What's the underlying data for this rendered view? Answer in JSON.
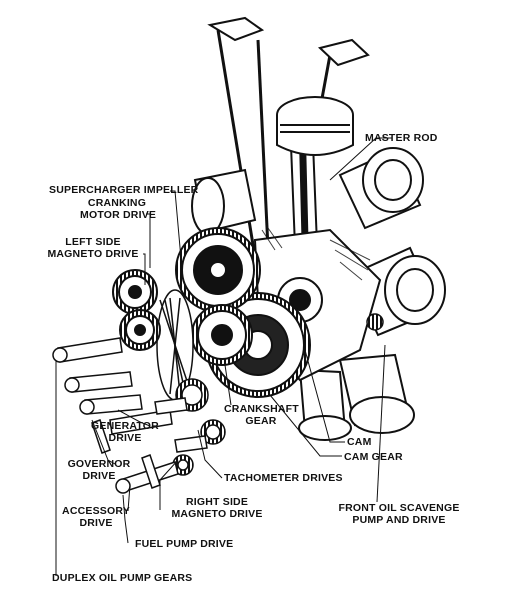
{
  "labels": {
    "master_rod": "MASTER ROD",
    "supercharger_impeller": "SUPERCHARGER IMPELLER",
    "cranking_motor_drive": [
      "CRANKING",
      "MOTOR DRIVE"
    ],
    "left_side_magneto_drive": [
      "LEFT SIDE",
      "MAGNETO DRIVE"
    ],
    "crankshaft_gear": [
      "CRANKSHAFT",
      "GEAR"
    ],
    "cam": "CAM",
    "generator_drive": [
      "GENERATOR",
      "DRIVE"
    ],
    "cam_gear": "CAM GEAR",
    "governor_drive": [
      "GOVERNOR",
      "DRIVE"
    ],
    "tachometer_drives": "TACHOMETER DRIVES",
    "accessory_drive": [
      "ACCESSORY",
      "DRIVE"
    ],
    "right_side_magneto_drive": [
      "RIGHT SIDE",
      "MAGNETO DRIVE"
    ],
    "front_oil_scavenge_pump_and_drive": [
      "FRONT OIL SCAVENGE",
      "PUMP AND DRIVE"
    ],
    "fuel_pump_drive": "FUEL PUMP DRIVE",
    "duplex_oil_pump_gears": "DUPLEX OIL PUMP GEARS"
  }
}
